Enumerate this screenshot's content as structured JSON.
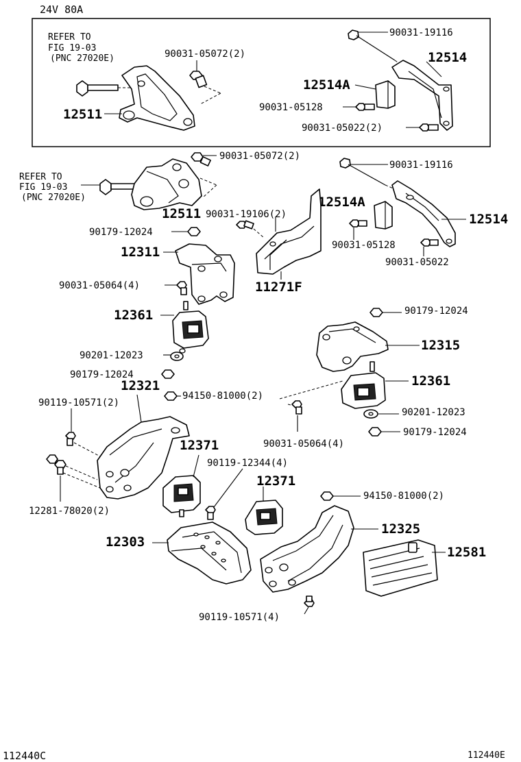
{
  "header": {
    "variant": "24V 80A"
  },
  "footer": {
    "left_code": "112440C",
    "right_code": "112440E"
  },
  "inset": {
    "refer_line1": "REFER TO",
    "refer_line2": "FIG 19-03",
    "refer_line3": "(PNC 27020E)",
    "labels": {
      "bolt_90031_05072": "90031-05072(2)",
      "bolt_90031_19116": "90031-19116",
      "part_12514": "12514",
      "part_12514A": "12514A",
      "part_12511": "12511",
      "bolt_90031_05128": "90031-05128",
      "bolt_90031_05022": "90031-05022(2)"
    }
  },
  "main": {
    "refer_line1": "REFER TO",
    "refer_line2": "FIG 19-03",
    "refer_line3": "(PNC 27020E)",
    "labels": {
      "bolt_90031_05072": "90031-05072(2)",
      "bolt_90031_19116": "90031-19116",
      "part_12514A": "12514A",
      "part_12514": "12514",
      "part_12511": "12511",
      "bolt_90031_19106": "90031-19106(2)",
      "nut_90179_12024_a": "90179-12024",
      "bolt_90031_05128": "90031-05128",
      "part_12311": "12311",
      "bolt_90031_05022": "90031-05022",
      "bolt_90031_05064_a": "90031-05064(4)",
      "part_11271F": "11271F",
      "part_12361_a": "12361",
      "nut_90179_12024_b": "90179-12024",
      "part_12315": "12315",
      "washer_90201_12023_a": "90201-12023",
      "nut_90179_12024_c": "90179-12024",
      "part_12361_b": "12361",
      "part_12321": "12321",
      "nut_94150_81000_a": "94150-81000(2)",
      "bolt_90119_10571_a": "90119-10571(2)",
      "washer_90201_12023_b": "90201-12023",
      "nut_90179_12024_d": "90179-12024",
      "bolt_90031_05064_b": "90031-05064(4)",
      "part_12371_a": "12371",
      "bolt_90119_12344": "90119-12344(4)",
      "part_12371_b": "12371",
      "nut_94150_81000_b": "94150-81000(2)",
      "bolt_12281_78020": "12281-78020(2)",
      "part_12325": "12325",
      "part_12303": "12303",
      "part_12581": "12581",
      "bolt_90119_10571_b": "90119-10571(4)"
    }
  }
}
